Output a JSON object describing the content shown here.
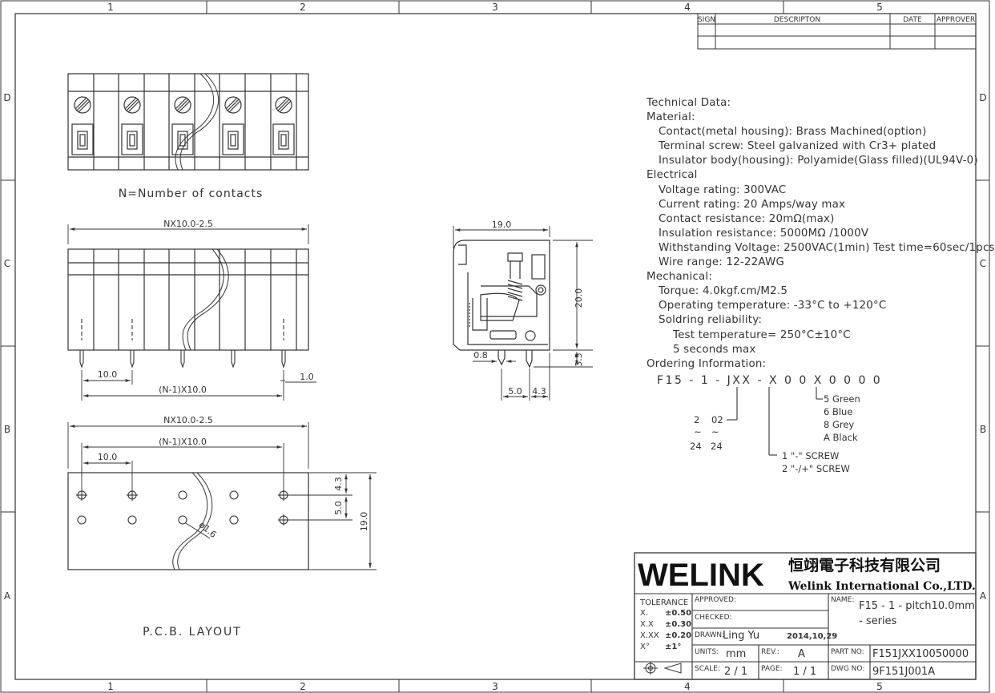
{
  "border": {
    "columns": [
      "1",
      "2",
      "3",
      "4",
      "5"
    ],
    "rows": [
      "D",
      "C",
      "B",
      "A"
    ]
  },
  "revision_table": {
    "headers": [
      "SIGN",
      "DESCRIPTON",
      "DATE",
      "APPROVER"
    ]
  },
  "views": {
    "top_caption": "N=Number of contacts",
    "pcb_caption": "P.C.B. LAYOUT",
    "front_dims": {
      "overall": "NX10.0-2.5",
      "pitch": "10.0",
      "span": "(N-1)X10.0",
      "pin": "1.0"
    },
    "pcb_dims": {
      "overall": "NX10.0-2.5",
      "span": "(N-1)X10.0",
      "pitch": "10.0",
      "d1": "4.3",
      "d2": "5.0",
      "height": "19.0",
      "hole": "ø1.6"
    },
    "side_dims": {
      "width": "19.0",
      "height": "20.0",
      "pin_len": "3.5",
      "pin_w": "0.8",
      "d1": "5.0",
      "d2": "4.3"
    }
  },
  "technical_data": {
    "title": "Technical Data:",
    "material_title": "Material:",
    "material": [
      "Contact(metal housing): Brass Machined(option)",
      "Terminal screw: Steel galvanized with Cr3+ plated",
      "Insulator body(housing): Polyamide(Glass filled)(UL94V-0)"
    ],
    "electrical_title": "Electrical",
    "electrical": [
      "Voltage rating: 300VAC",
      "Current rating: 20 Amps/way max",
      "Contact resistance: 20mΩ(max)",
      "Insulation resistance: 5000MΩ /1000V",
      "Withstanding Voltage: 2500VAC(1min) Test time=60sec/1pcs",
      "Wire range: 12-22AWG"
    ],
    "mechanical_title": "Mechanical:",
    "mechanical": [
      "Torque: 4.0kgf.cm/M2.5",
      "Operating temperature: -33°C to +120°C",
      "Soldring reliability:"
    ],
    "soldering": [
      "Test temperature= 250°C±10°C",
      "5 seconds max"
    ],
    "ordering_title": "Ordering Information:"
  },
  "ordering": {
    "code": "F15 - 1 - JXX - X 0 0 X 0 0 0 0",
    "colors": [
      "5  Green",
      "6  Blue",
      "8  Grey",
      "A  Black"
    ],
    "poles": {
      "top_left": "2",
      "top_right": "02",
      "tilde": "~",
      "bottom_left": "24",
      "bottom_right": "24"
    },
    "screws": [
      "1   \"-\" SCREW",
      "2   \"-/+\" SCREW"
    ]
  },
  "title_block": {
    "logo": "WELINK",
    "company_cn": "恒翊電子科技有限公司",
    "company_en": "Welink International Co.,LTD.",
    "tolerance_title": "TOLERANCE",
    "tolerances": [
      {
        "k": "X.",
        "v": "±0.50"
      },
      {
        "k": "X.X",
        "v": "±0.30"
      },
      {
        "k": "X.XX",
        "v": "±0.20"
      },
      {
        "k": "X°",
        "v": "±1°"
      }
    ],
    "approved_label": "APPROVED:",
    "checked_label": "CHECKED:",
    "drawn_label": "DRAWN:",
    "drawn_by": "Ling Yu",
    "drawn_date": "2014,10,29",
    "units_label": "UNITS:",
    "units": "mm",
    "rev_label": "REV.:",
    "rev": "A",
    "scale_label": "SCALE:",
    "scale": "2 / 1",
    "page_label": "PAGE:",
    "page": "1 / 1",
    "name_label": "NAME:",
    "name_line1": "F15 - 1 - pitch10.0mm",
    "name_line2": "- series",
    "part_label": "PART NO:",
    "part_no": "F151JXX10050000",
    "dwg_label": "DWG NO:",
    "dwg_no": "9F151J001A"
  }
}
